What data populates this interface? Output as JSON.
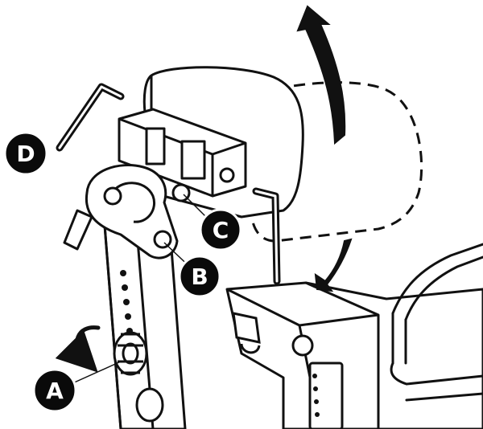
{
  "diagram": {
    "callouts": [
      {
        "id": "A",
        "letter": "A"
      },
      {
        "id": "B",
        "letter": "B"
      },
      {
        "id": "C",
        "letter": "C"
      },
      {
        "id": "D",
        "letter": "D"
      }
    ]
  },
  "colors": {
    "line": "#111111",
    "fill": "#ffffff",
    "callout_bg": "#0a0a0a",
    "callout_text": "#ffffff"
  }
}
